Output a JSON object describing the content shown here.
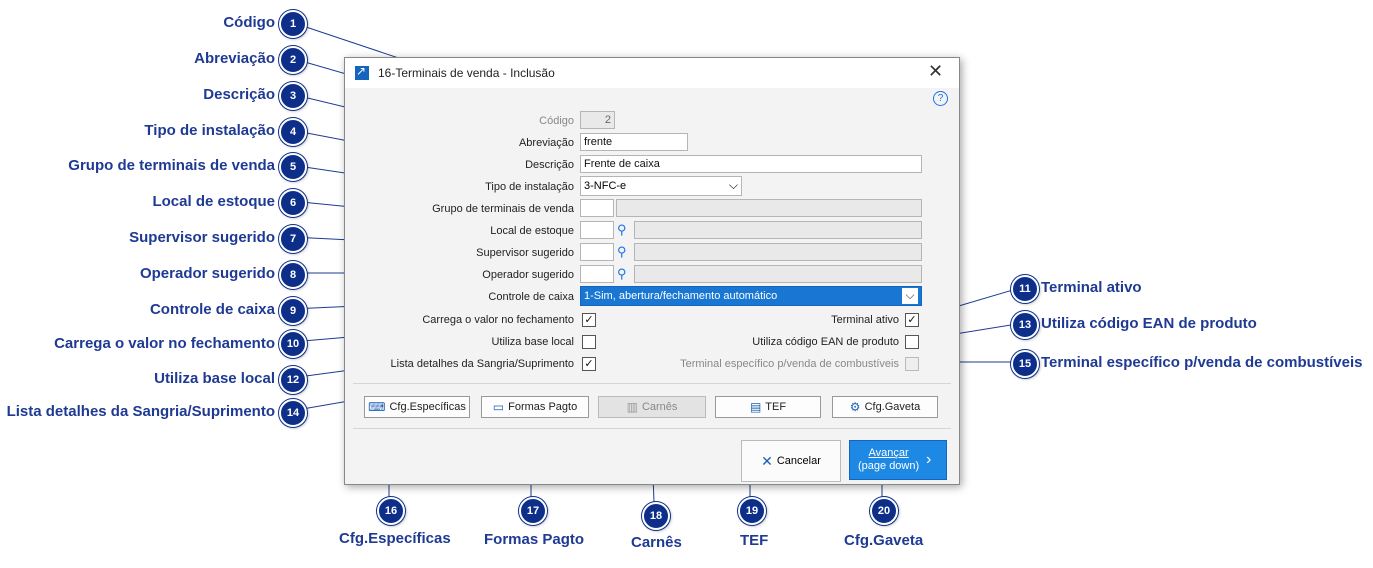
{
  "dialog": {
    "title": "16-Terminais de venda - Inclusão",
    "close_glyph": "✕",
    "help_glyph": "?",
    "fields": {
      "codigo": {
        "label": "Código",
        "value": "2"
      },
      "abreviacao": {
        "label": "Abreviação",
        "value": "frente"
      },
      "descricao": {
        "label": "Descrição",
        "value": "Frente de caixa"
      },
      "tipo_instalacao": {
        "label": "Tipo de instalação",
        "value": "3-NFC-e"
      },
      "grupo_terminais": {
        "label": "Grupo de terminais de venda",
        "value": ""
      },
      "local_estoque": {
        "label": "Local de estoque",
        "value": ""
      },
      "supervisor": {
        "label": "Supervisor sugerido",
        "value": ""
      },
      "operador": {
        "label": "Operador sugerido",
        "value": ""
      },
      "controle_caixa": {
        "label": "Controle de caixa",
        "value": "1-Sim, abertura/fechamento automático"
      },
      "carrega_valor": {
        "label": "Carrega o valor no fechamento",
        "checked": true
      },
      "base_local": {
        "label": "Utiliza base local",
        "checked": false
      },
      "lista_detalhes": {
        "label": "Lista detalhes da Sangria/Suprimento",
        "checked": true
      },
      "terminal_ativo": {
        "label": "Terminal ativo",
        "checked": true
      },
      "codigo_ean": {
        "label": "Utiliza código EAN de produto",
        "checked": false
      },
      "terminal_combustiveis": {
        "label": "Terminal específico p/venda de combustíveis",
        "checked": false
      }
    },
    "buttons": {
      "cfg_especificas": "Cfg.Específicas",
      "formas_pagto": "Formas Pagto",
      "carnes": "Carnês",
      "tef": "TEF",
      "cfg_gaveta": "Cfg.Gaveta",
      "cancelar": "Cancelar",
      "avancar_line1": "Avançar",
      "avancar_line2": "(page down)"
    }
  },
  "callouts": {
    "c1": {
      "num": "1",
      "text": "Código"
    },
    "c2": {
      "num": "2",
      "text": "Abreviação"
    },
    "c3": {
      "num": "3",
      "text": "Descrição"
    },
    "c4": {
      "num": "4",
      "text": "Tipo de instalação"
    },
    "c5": {
      "num": "5",
      "text": "Grupo de terminais de venda"
    },
    "c6": {
      "num": "6",
      "text": "Local de estoque"
    },
    "c7": {
      "num": "7",
      "text": "Supervisor sugerido"
    },
    "c8": {
      "num": "8",
      "text": "Operador sugerido"
    },
    "c9": {
      "num": "9",
      "text": "Controle de caixa"
    },
    "c10": {
      "num": "10",
      "text": "Carrega o valor no fechamento"
    },
    "c11": {
      "num": "11",
      "text": "Terminal ativo"
    },
    "c12": {
      "num": "12",
      "text": "Utiliza base local"
    },
    "c13": {
      "num": "13",
      "text": "Utiliza código EAN de produto"
    },
    "c14": {
      "num": "14",
      "text": "Lista detalhes da Sangria/Suprimento"
    },
    "c15": {
      "num": "15",
      "text": "Terminal específico p/venda de combustíveis"
    },
    "c16": {
      "num": "16",
      "text": "Cfg.Específicas"
    },
    "c17": {
      "num": "17",
      "text": "Formas Pagto"
    },
    "c18": {
      "num": "18",
      "text": "Carnês"
    },
    "c19": {
      "num": "19",
      "text": "TEF"
    },
    "c20": {
      "num": "20",
      "text": "Cfg.Gaveta"
    }
  }
}
